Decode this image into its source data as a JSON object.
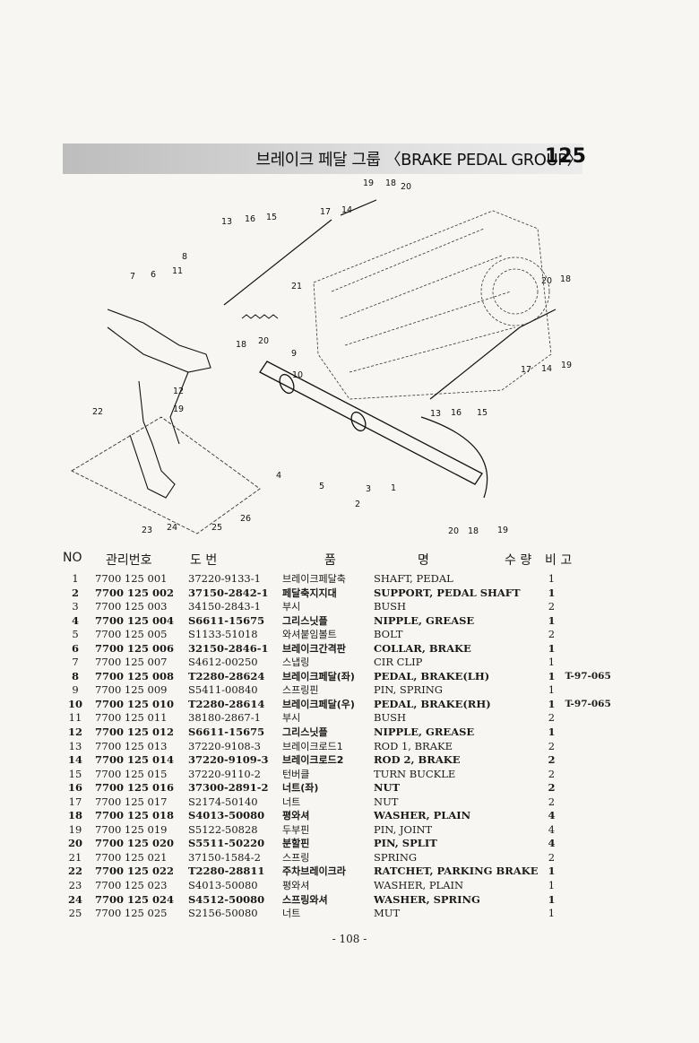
{
  "header": {
    "title": "브레이크 페달 그룹 〈BRAKE PEDAL GROUP〉",
    "group_number": "125"
  },
  "diagram": {
    "callouts": [
      "19",
      "18",
      "20",
      "13",
      "16",
      "15",
      "17",
      "14",
      "8",
      "7",
      "6",
      "11",
      "21",
      "18",
      "20",
      "9",
      "10",
      "12",
      "19",
      "22",
      "4",
      "5",
      "3",
      "2",
      "1",
      "23",
      "24",
      "25",
      "26",
      "20",
      "18",
      "19",
      "20",
      "18",
      "17",
      "14",
      "19",
      "13",
      "16",
      "15"
    ]
  },
  "table": {
    "headers": {
      "no": "NO",
      "mgmt": "관리번호",
      "drawing": "도 번",
      "name_kr": "품",
      "name_en": "명",
      "qty": "수 량",
      "remark": "비 고"
    },
    "rows": [
      {
        "no": "1",
        "mgmt": "7700 125 001",
        "drawing": "37220-9133-1",
        "kr": "브레이크페달축",
        "en": "SHAFT, PEDAL",
        "qty": "1",
        "remark": ""
      },
      {
        "no": "2",
        "mgmt": "7700 125 002",
        "drawing": "37150-2842-1",
        "kr": "페달축지지대",
        "en": "SUPPORT, PEDAL SHAFT",
        "qty": "1",
        "remark": ""
      },
      {
        "no": "3",
        "mgmt": "7700 125 003",
        "drawing": "34150-2843-1",
        "kr": "부시",
        "en": "BUSH",
        "qty": "2",
        "remark": ""
      },
      {
        "no": "4",
        "mgmt": "7700 125 004",
        "drawing": "S6611-15675",
        "kr": "그리스닛플",
        "en": "NIPPLE, GREASE",
        "qty": "1",
        "remark": ""
      },
      {
        "no": "5",
        "mgmt": "7700 125 005",
        "drawing": "S1133-51018",
        "kr": "와셔붙임볼트",
        "en": "BOLT",
        "qty": "2",
        "remark": ""
      },
      {
        "no": "6",
        "mgmt": "7700 125 006",
        "drawing": "32150-2846-1",
        "kr": "브레이크간격판",
        "en": "COLLAR, BRAKE",
        "qty": "1",
        "remark": ""
      },
      {
        "no": "7",
        "mgmt": "7700 125 007",
        "drawing": "S4612-00250",
        "kr": "스냅링",
        "en": "CIR CLIP",
        "qty": "1",
        "remark": ""
      },
      {
        "no": "8",
        "mgmt": "7700 125 008",
        "drawing": "T2280-28624",
        "kr": "브레이크페달(좌)",
        "en": "PEDAL, BRAKE(LH)",
        "qty": "1",
        "remark": "T-97-065"
      },
      {
        "no": "9",
        "mgmt": "7700 125 009",
        "drawing": "S5411-00840",
        "kr": "스프링핀",
        "en": "PIN, SPRING",
        "qty": "1",
        "remark": ""
      },
      {
        "no": "10",
        "mgmt": "7700 125 010",
        "drawing": "T2280-28614",
        "kr": "브레이크페달(우)",
        "en": "PEDAL, BRAKE(RH)",
        "qty": "1",
        "remark": "T-97-065"
      },
      {
        "no": "11",
        "mgmt": "7700 125 011",
        "drawing": "38180-2867-1",
        "kr": "부시",
        "en": "BUSH",
        "qty": "2",
        "remark": ""
      },
      {
        "no": "12",
        "mgmt": "7700 125 012",
        "drawing": "S6611-15675",
        "kr": "그리스닛플",
        "en": "NIPPLE, GREASE",
        "qty": "1",
        "remark": ""
      },
      {
        "no": "13",
        "mgmt": "7700 125 013",
        "drawing": "37220-9108-3",
        "kr": "브레이크로드1",
        "en": "ROD 1, BRAKE",
        "qty": "2",
        "remark": ""
      },
      {
        "no": "14",
        "mgmt": "7700 125 014",
        "drawing": "37220-9109-3",
        "kr": "브레이크로드2",
        "en": "ROD 2, BRAKE",
        "qty": "2",
        "remark": ""
      },
      {
        "no": "15",
        "mgmt": "7700 125 015",
        "drawing": "37220-9110-2",
        "kr": "턴버클",
        "en": "TURN BUCKLE",
        "qty": "2",
        "remark": ""
      },
      {
        "no": "16",
        "mgmt": "7700 125 016",
        "drawing": "37300-2891-2",
        "kr": "너트(좌)",
        "en": "NUT",
        "qty": "2",
        "remark": ""
      },
      {
        "no": "17",
        "mgmt": "7700 125 017",
        "drawing": "S2174-50140",
        "kr": "너트",
        "en": "NUT",
        "qty": "2",
        "remark": ""
      },
      {
        "no": "18",
        "mgmt": "7700 125 018",
        "drawing": "S4013-50080",
        "kr": "평와셔",
        "en": "WASHER, PLAIN",
        "qty": "4",
        "remark": ""
      },
      {
        "no": "19",
        "mgmt": "7700 125 019",
        "drawing": "S5122-50828",
        "kr": "두부핀",
        "en": "PIN, JOINT",
        "qty": "4",
        "remark": ""
      },
      {
        "no": "20",
        "mgmt": "7700 125 020",
        "drawing": "S5511-50220",
        "kr": "분할핀",
        "en": "PIN, SPLIT",
        "qty": "4",
        "remark": ""
      },
      {
        "no": "21",
        "mgmt": "7700 125 021",
        "drawing": "37150-1584-2",
        "kr": "스프링",
        "en": "SPRING",
        "qty": "2",
        "remark": ""
      },
      {
        "no": "22",
        "mgmt": "7700 125 022",
        "drawing": "T2280-28811",
        "kr": "주차브레이크라",
        "en": "RATCHET, PARKING BRAKE",
        "qty": "1",
        "remark": ""
      },
      {
        "no": "23",
        "mgmt": "7700 125 023",
        "drawing": "S4013-50080",
        "kr": "평와셔",
        "en": "WASHER, PLAIN",
        "qty": "1",
        "remark": ""
      },
      {
        "no": "24",
        "mgmt": "7700 125 024",
        "drawing": "S4512-50080",
        "kr": "스프링와셔",
        "en": "WASHER, SPRING",
        "qty": "1",
        "remark": ""
      },
      {
        "no": "25",
        "mgmt": "7700 125 025",
        "drawing": "S2156-50080",
        "kr": "너트",
        "en": "MUT",
        "qty": "1",
        "remark": ""
      }
    ]
  },
  "footer": {
    "page": "- 108 -"
  }
}
